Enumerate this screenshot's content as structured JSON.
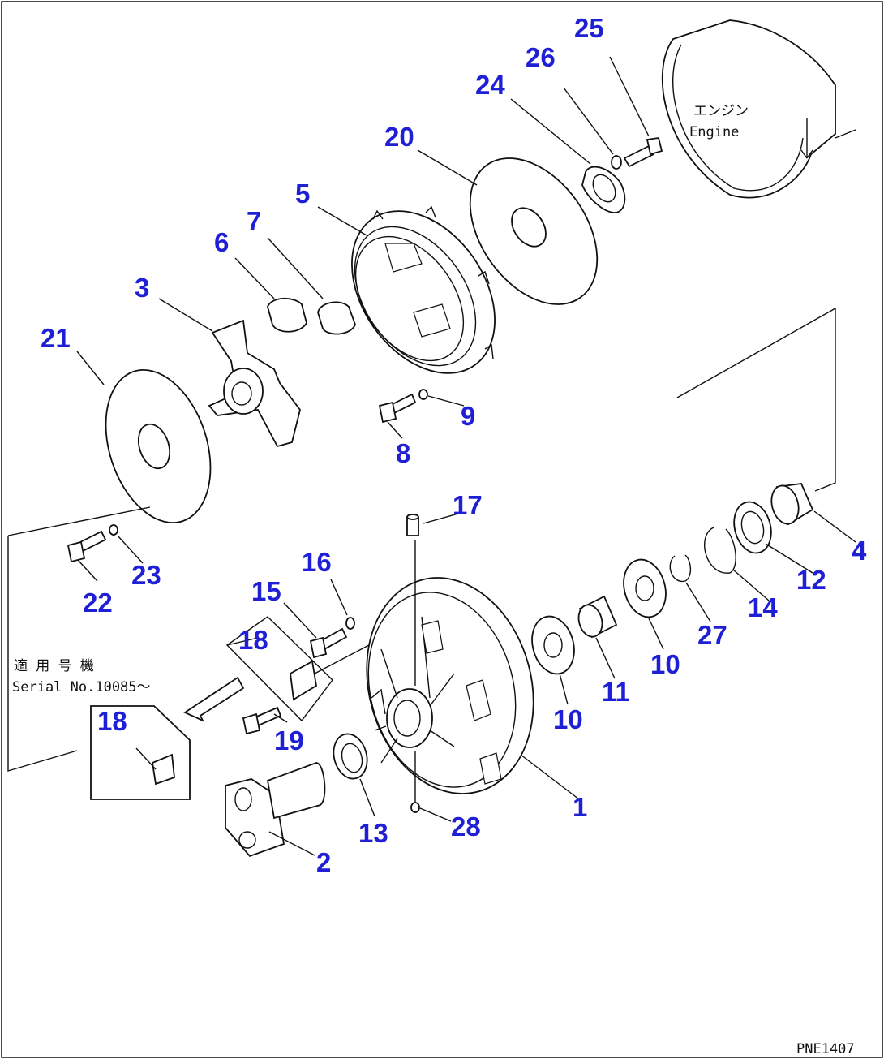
{
  "engine": {
    "label_jp": "エンジン",
    "label_en": "Engine"
  },
  "serial_note": {
    "line1": "適 用 号 機",
    "line2": "Serial No.10085〜"
  },
  "drawing_code": "PNE1407",
  "callouts": [
    {
      "id": "c25",
      "text": "25"
    },
    {
      "id": "c26",
      "text": "26"
    },
    {
      "id": "c24",
      "text": "24"
    },
    {
      "id": "c20",
      "text": "20"
    },
    {
      "id": "c5",
      "text": "5"
    },
    {
      "id": "c7",
      "text": "7"
    },
    {
      "id": "c6",
      "text": "6"
    },
    {
      "id": "c3",
      "text": "3"
    },
    {
      "id": "c21",
      "text": "21"
    },
    {
      "id": "c9",
      "text": "9"
    },
    {
      "id": "c8",
      "text": "8"
    },
    {
      "id": "c17",
      "text": "17"
    },
    {
      "id": "c4",
      "text": "4"
    },
    {
      "id": "c23",
      "text": "23"
    },
    {
      "id": "c22",
      "text": "22"
    },
    {
      "id": "c16",
      "text": "16"
    },
    {
      "id": "c15",
      "text": "15"
    },
    {
      "id": "c18a",
      "text": "18"
    },
    {
      "id": "c12",
      "text": "12"
    },
    {
      "id": "c14",
      "text": "14"
    },
    {
      "id": "c27",
      "text": "27"
    },
    {
      "id": "c10a",
      "text": "10"
    },
    {
      "id": "c11",
      "text": "11"
    },
    {
      "id": "c10b",
      "text": "10"
    },
    {
      "id": "c18b",
      "text": "18"
    },
    {
      "id": "c19",
      "text": "19"
    },
    {
      "id": "c1",
      "text": "1"
    },
    {
      "id": "c13",
      "text": "13"
    },
    {
      "id": "c28",
      "text": "28"
    },
    {
      "id": "c2",
      "text": "2"
    }
  ]
}
